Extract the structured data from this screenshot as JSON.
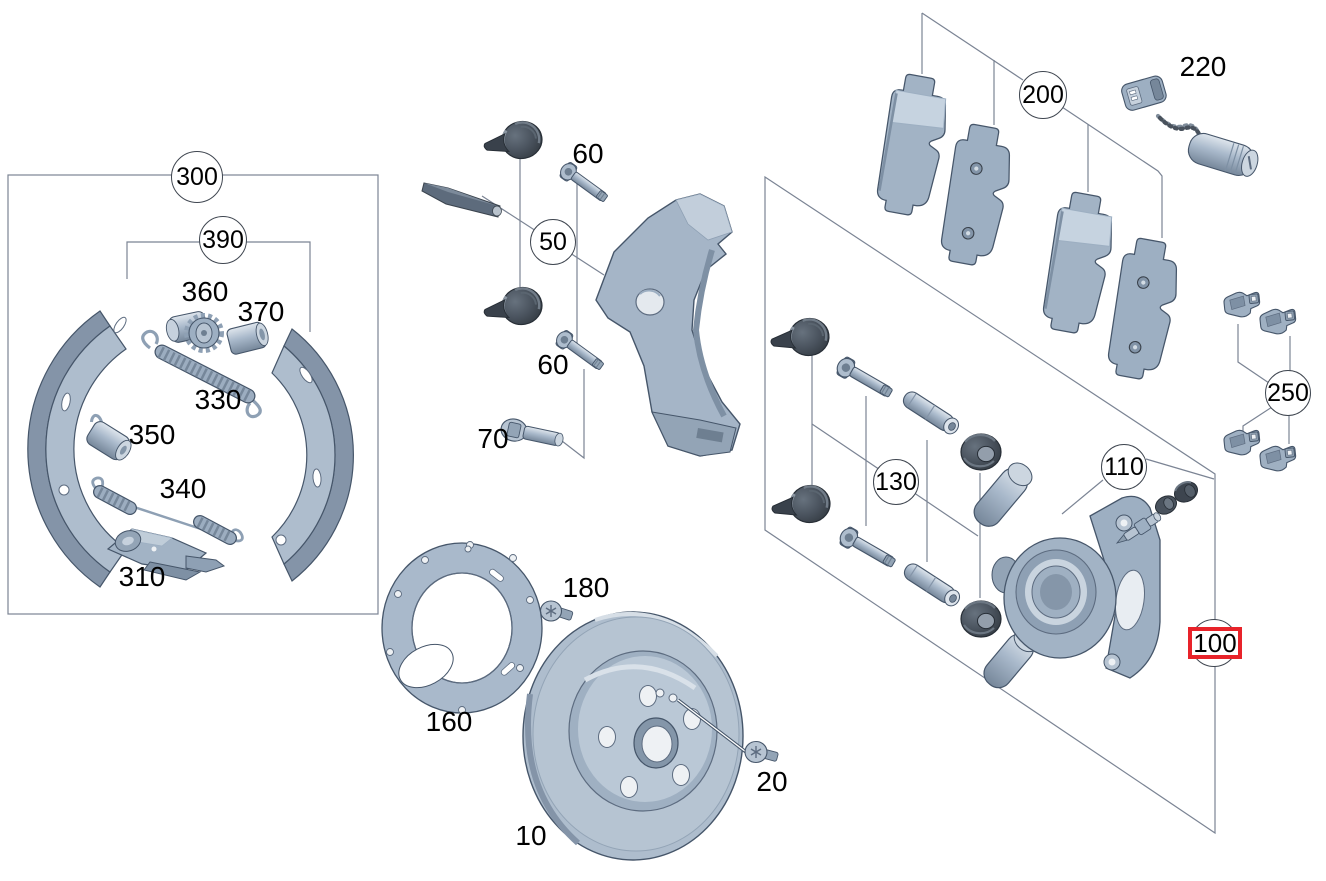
{
  "diagram": {
    "background_color": "#ffffff",
    "part_fill_color": "#a9b9cb",
    "part_dark_color": "#49525d",
    "outline_color": "#46566a",
    "leader_line_color": "#7b8494",
    "selected_highlight_color": "#e8232a"
  },
  "callouts": {
    "c300": {
      "label": "300",
      "shape": "circle"
    },
    "c390": {
      "label": "390",
      "shape": "circle"
    },
    "t360": {
      "label": "360",
      "shape": "text"
    },
    "t370": {
      "label": "370",
      "shape": "text"
    },
    "t330": {
      "label": "330",
      "shape": "text"
    },
    "t350": {
      "label": "350",
      "shape": "text"
    },
    "t340": {
      "label": "340",
      "shape": "text"
    },
    "t310": {
      "label": "310",
      "shape": "text"
    },
    "t60a": {
      "label": "60",
      "shape": "text"
    },
    "c50": {
      "label": "50",
      "shape": "circle"
    },
    "t60b": {
      "label": "60",
      "shape": "text"
    },
    "t70": {
      "label": "70",
      "shape": "text"
    },
    "t180": {
      "label": "180",
      "shape": "text"
    },
    "t160": {
      "label": "160",
      "shape": "text"
    },
    "t10": {
      "label": "10",
      "shape": "text"
    },
    "t20": {
      "label": "20",
      "shape": "text"
    },
    "c200": {
      "label": "200",
      "shape": "circle"
    },
    "t220": {
      "label": "220",
      "shape": "text"
    },
    "c250": {
      "label": "250",
      "shape": "circle"
    },
    "c130": {
      "label": "130",
      "shape": "circle"
    },
    "c110": {
      "label": "110",
      "shape": "circle"
    },
    "c100": {
      "label": "100",
      "shape": "circle-red-box",
      "selected": true
    }
  }
}
